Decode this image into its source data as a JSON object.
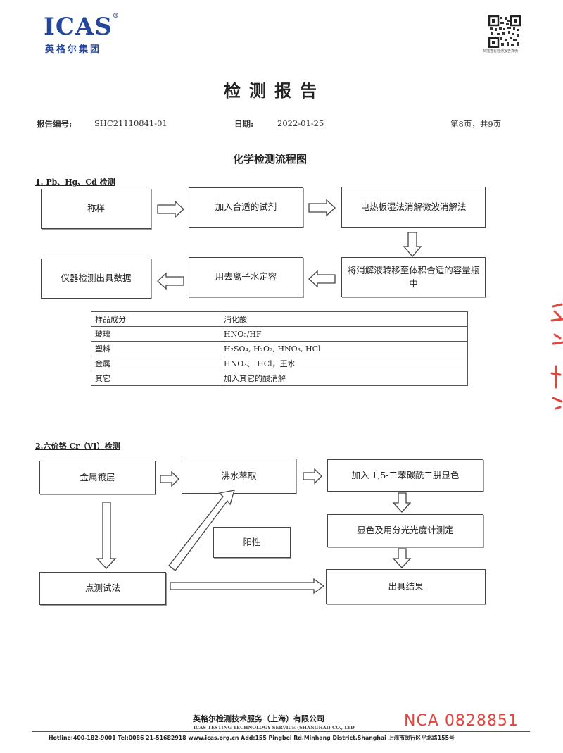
{
  "header": {
    "logo_text": "ICAS",
    "logo_sub": "英格尔集团",
    "qr_caption": "扫描查看检测报告真伪"
  },
  "report": {
    "title": "检测报告",
    "number_label": "报告编号:",
    "number_value": "SHC21110841-01",
    "date_label": "日期:",
    "date_value": "2022-01-25",
    "page_info": "第8页，共9页",
    "section_heading": "化学检测流程图"
  },
  "section1": {
    "title": "1. Pb、Hg、Cd 检测",
    "steps": [
      "称样",
      "加入合适的试剂",
      "电热板湿法消解微波消解法",
      "将消解液转移至体积合适的容量瓶中",
      "用去离子水定容",
      "仪器检测出具数据"
    ],
    "table": {
      "header": [
        "样品成分",
        "消化酸"
      ],
      "rows": [
        [
          "玻璃",
          "HNO₃/HF"
        ],
        [
          "塑料",
          "H₂SO₄, H₂O₂, HNO₃, HCl"
        ],
        [
          "金属",
          "HNO₃、 HCl，王水"
        ],
        [
          "其它",
          "加入其它的酸消解"
        ]
      ]
    }
  },
  "section2": {
    "title": "2.六价铬 Cr（VI）检测",
    "steps": {
      "plating": "金属镀层",
      "boiling": "沸水萃取",
      "add_reagent": "加入 1,5-二苯碳酰二肼显色",
      "measure": "显色及用分光光度计测定",
      "positive": "阳性",
      "spot_test": "点测试法",
      "result": "出具结果"
    }
  },
  "footer": {
    "company_cn": "英格尔检测技术服务（上海）有限公司",
    "company_en": "ICAS TESTING TECHNOLOGY SERVICE (SHANGHAI) CO., LTD",
    "contact_line": "Hotline:400-182-9001  Tel:0086 21-51682918  www.icas.org.cn  Add:155 Pingbei Rd,Minhang District,Shanghai 上海市闵行区平北路155号",
    "serial": "NCA 0828851"
  },
  "colors": {
    "logo_blue": "#25479b",
    "serial_red": "#e0463c"
  }
}
